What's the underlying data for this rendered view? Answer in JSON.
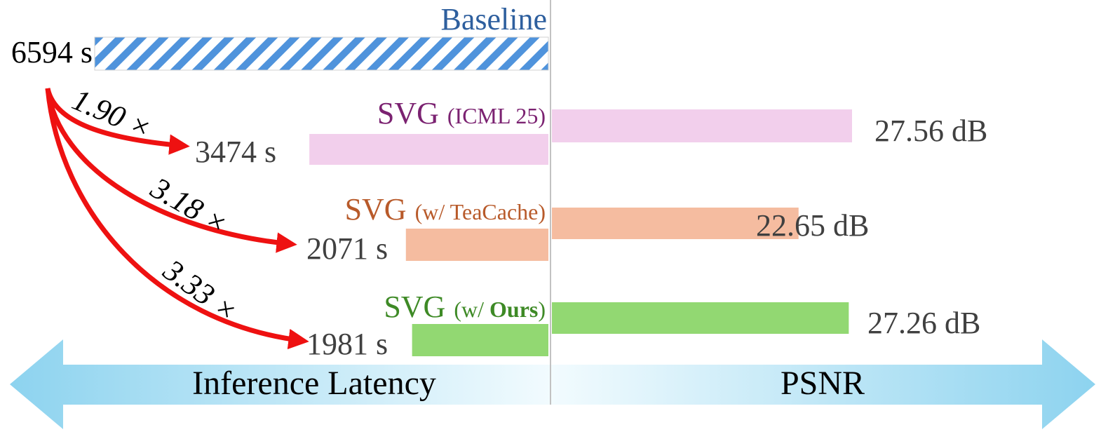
{
  "chart_data": {
    "type": "bar",
    "panels": [
      {
        "title": "Inference Latency",
        "unit": "s"
      },
      {
        "title": "PSNR",
        "unit": "dB"
      }
    ],
    "baseline": {
      "name": "Baseline",
      "latency_s": 6594,
      "latency_label": "6594 s"
    },
    "series": [
      {
        "name": "SVG",
        "suffix_open": "(",
        "suffix_text": "ICML 25",
        "suffix_bold": "",
        "suffix_close": ")",
        "latency_s": 3474,
        "latency_label": "3474 s",
        "psnr_db": 27.56,
        "psnr_label": "27.56 dB",
        "speedup": 1.9,
        "speedup_label": "1.90 ×",
        "color": "#f2cfec",
        "label_color": "#7b2271"
      },
      {
        "name": "SVG",
        "suffix_open": "(",
        "suffix_text": "w/ TeaCache",
        "suffix_bold": "",
        "suffix_close": ")",
        "latency_s": 2071,
        "latency_label": "2071 s",
        "psnr_db": 22.65,
        "psnr_label": "22.65 dB",
        "speedup": 3.18,
        "speedup_label": "3.18 ×",
        "color": "#f5bca0",
        "label_color": "#b85a2a"
      },
      {
        "name": "SVG",
        "suffix_open": "(",
        "suffix_text": "w/ ",
        "suffix_bold": "Ours",
        "suffix_close": ")",
        "latency_s": 1981,
        "latency_label": "1981 s",
        "psnr_db": 27.26,
        "psnr_label": "27.26 dB",
        "speedup": 3.33,
        "speedup_label": "3.33 ×",
        "color": "#92d872",
        "label_color": "#3e8a26"
      }
    ],
    "colors": {
      "baseline_stripe": "#4f93dc",
      "baseline_label": "#2e5f9e",
      "arrow": "#ee1111",
      "axis_arrow": "#8dd3ef",
      "value_text": "#404040"
    }
  }
}
